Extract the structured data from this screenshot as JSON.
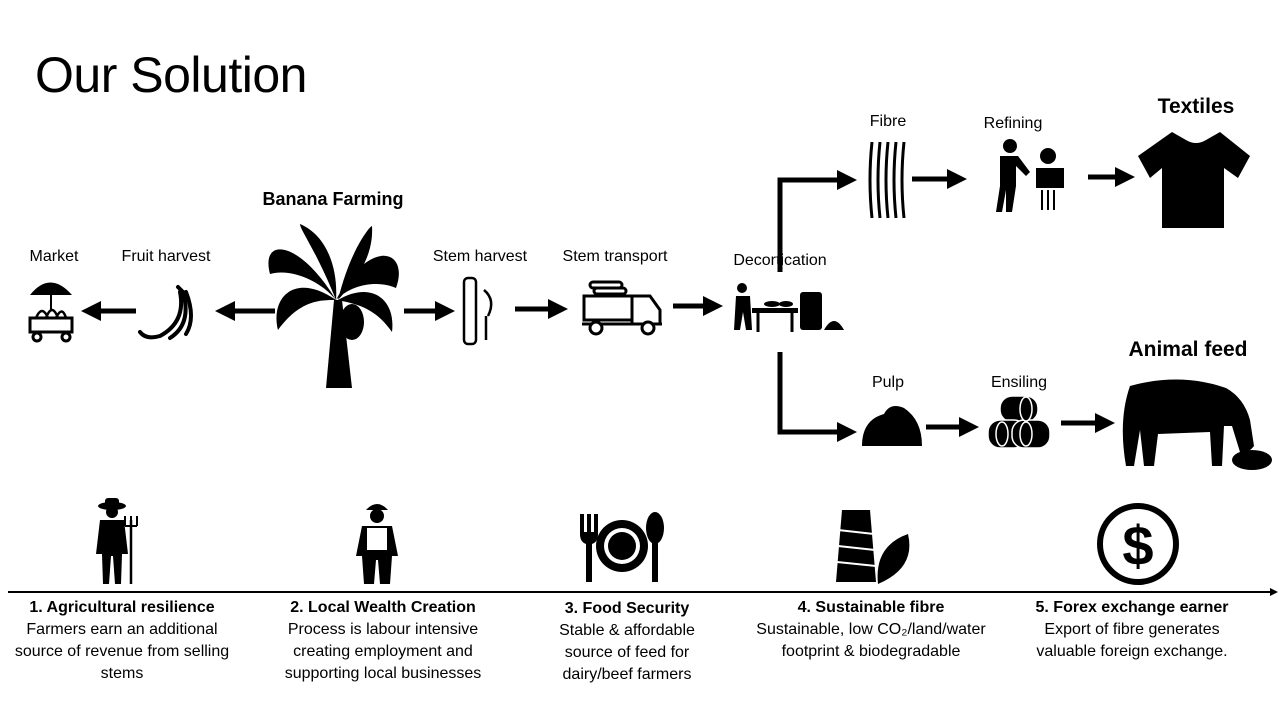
{
  "title": "Our Solution",
  "chain": {
    "market": "Market",
    "fruit_harvest": "Fruit harvest",
    "banana_farming": "Banana Farming",
    "stem_harvest": "Stem harvest",
    "stem_transport": "Stem transport",
    "decortication": "Decortication",
    "fibre": "Fibre",
    "refining": "Refining",
    "textiles": "Textiles",
    "pulp": "Pulp",
    "ensiling": "Ensiling",
    "animal_feed": "Animal feed"
  },
  "benefits": [
    {
      "title": "1. Agricultural resilience",
      "desc": "Farmers earn an additional source of revenue from selling stems",
      "icon": "farmer-icon"
    },
    {
      "title": "2. Local Wealth Creation",
      "desc": "Process is labour intensive creating employment and supporting local businesses",
      "icon": "worker-icon"
    },
    {
      "title": "3. Food Security",
      "desc": "Stable & affordable source of feed for dairy/beef farmers",
      "icon": "plate-cutlery-icon"
    },
    {
      "title": "4. Sustainable fibre",
      "desc": "Sustainable, low CO₂/land/water footprint & biodegradable",
      "icon": "fibre-leaf-icon"
    },
    {
      "title": "5. Forex exchange earner",
      "desc": "Export of fibre generates valuable foreign exchange.",
      "icon": "dollar-icon"
    }
  ],
  "colors": {
    "ink": "#000000",
    "background": "#ffffff"
  }
}
